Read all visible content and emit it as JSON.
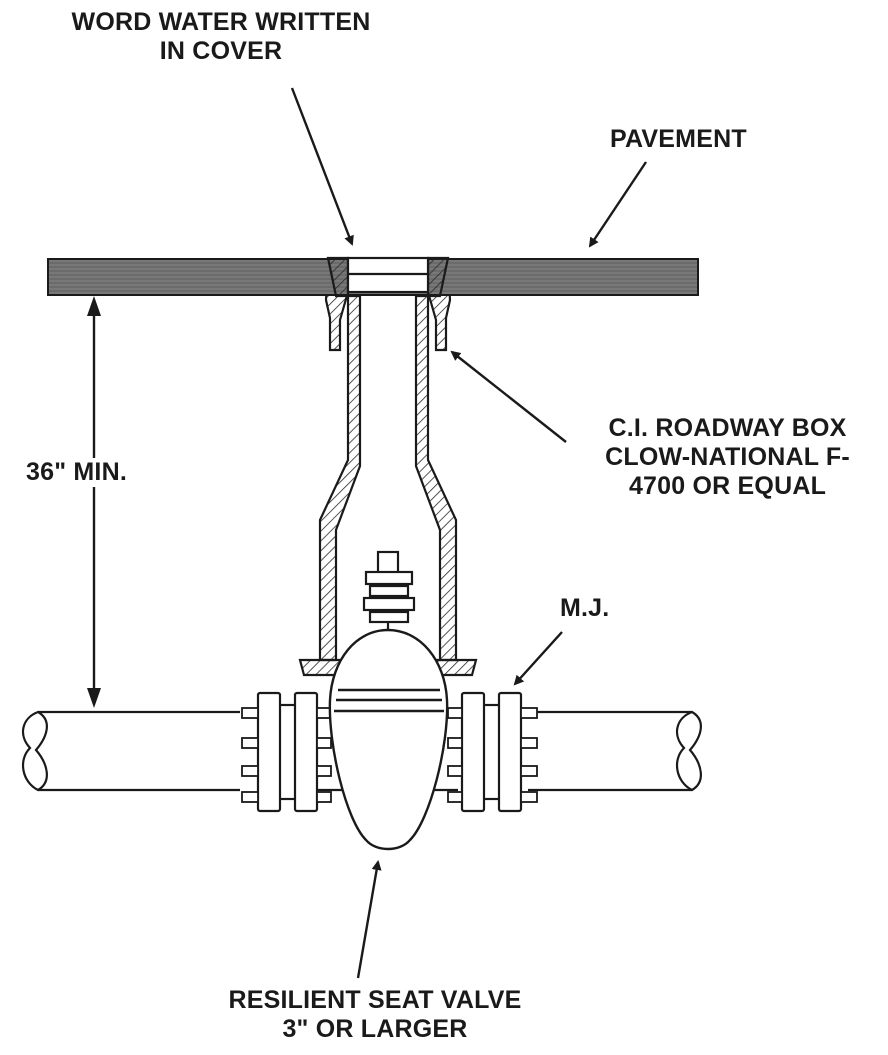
{
  "labels": {
    "cover_line1": "WORD WATER WRITTEN",
    "cover_line2": "IN COVER",
    "pavement": "PAVEMENT",
    "roadway_box_line1": "C.I. ROADWAY BOX",
    "roadway_box_line2": "CLOW-NATIONAL F-",
    "roadway_box_line3": "4700 OR EQUAL",
    "depth": "36\" MIN.",
    "mj": "M.J.",
    "valve_line1": "RESILIENT SEAT VALVE",
    "valve_line2": "3\" OR LARGER"
  },
  "colors": {
    "ink": "#1a1a1a",
    "pavement_fill": "#6b6b6b",
    "hatch": "#2a2a2a",
    "background": "#ffffff"
  }
}
